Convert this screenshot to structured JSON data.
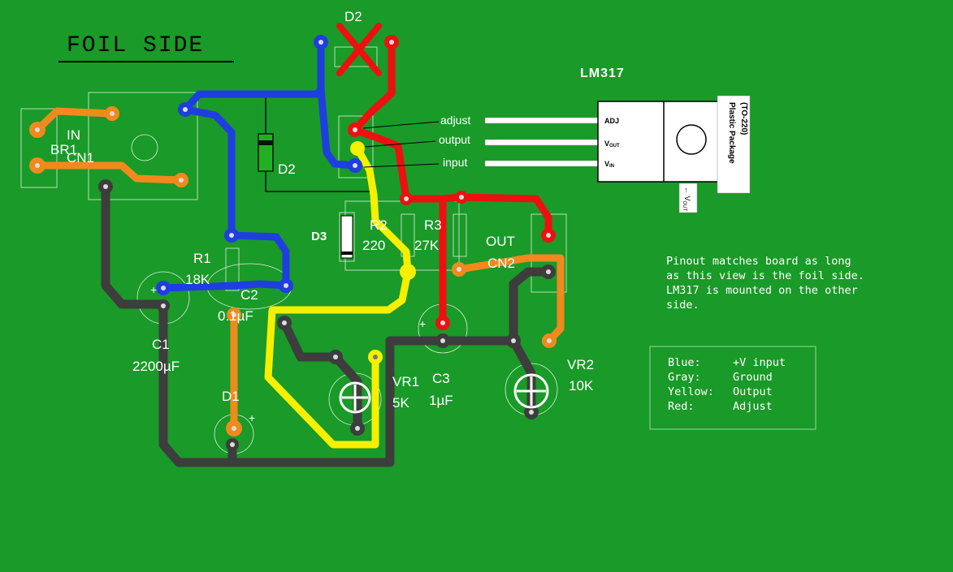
{
  "board": {
    "title": "FOIL SIDE",
    "regulator_name": "LM317",
    "labels": {
      "d2_top": "D2",
      "d2_mid": "D2",
      "d3": "D3",
      "br1": "BR1",
      "in": "IN",
      "cn1": "CN1",
      "r1": "R1",
      "r1_value": "18K",
      "c2": "C2",
      "c2_value": "0.1µF",
      "c1": "C1",
      "c1_value": "2200µF",
      "d1": "D1",
      "r2": "R2",
      "r2_value": "220",
      "r3": "R3",
      "r3_value": "27K",
      "out": "OUT",
      "cn2": "CN2",
      "vr1": "VR1",
      "vr1_value": "5K",
      "c3": "C3",
      "c3_value": "1µF",
      "vr2": "VR2",
      "vr2_value": "10K",
      "plus_c1": "+",
      "plus_c3": "+",
      "plus_d1": "+"
    },
    "pin_labels": {
      "adjust": "adjust",
      "output": "output",
      "input": "input"
    },
    "package": {
      "adj": "ADJ",
      "vout_v": "V",
      "vout_sub": "OUT",
      "vin_v": "V",
      "vin_sub": "IN",
      "package_line1": "(TO-220)",
      "package_line2": "Plastic Package",
      "tab_label": "← V",
      "tab_sub": "OUT"
    },
    "note": {
      "line1": "Pinout matches board as long",
      "line2": "as this view is the foil side.",
      "line3": "LM317 is mounted on the other",
      "line4": "side."
    },
    "legend": {
      "items": [
        {
          "key": "Blue:",
          "value": "+V input"
        },
        {
          "key": "Gray:",
          "value": "Ground"
        },
        {
          "key": "Yellow:",
          "value": "Output"
        },
        {
          "key": "Red:",
          "value": "Adjust"
        }
      ]
    },
    "colors": {
      "board": "#1a9a28",
      "blue": "#1f3ee0",
      "gray": "#3d3d3d",
      "yellow": "#f5f000",
      "red": "#ee1010",
      "orange": "#f08a1c",
      "green_part": "#22b022"
    }
  }
}
